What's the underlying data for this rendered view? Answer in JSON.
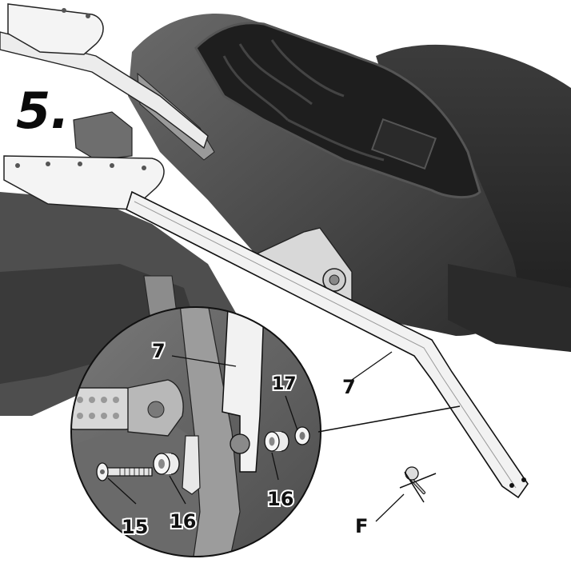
{
  "step_number": "5.",
  "callouts": {
    "rack_main": "7",
    "rack_zoom": "7",
    "bolt": "15",
    "spacer_left": "16",
    "spacer_right": "16",
    "washer": "17",
    "screw_removed": "F"
  },
  "colors": {
    "bike_dark": "#3a3a3a",
    "bike_mid": "#5e5e5e",
    "bike_light": "#8a8a8a",
    "rack_fill": "#f2f2f2",
    "line": "#111111"
  }
}
